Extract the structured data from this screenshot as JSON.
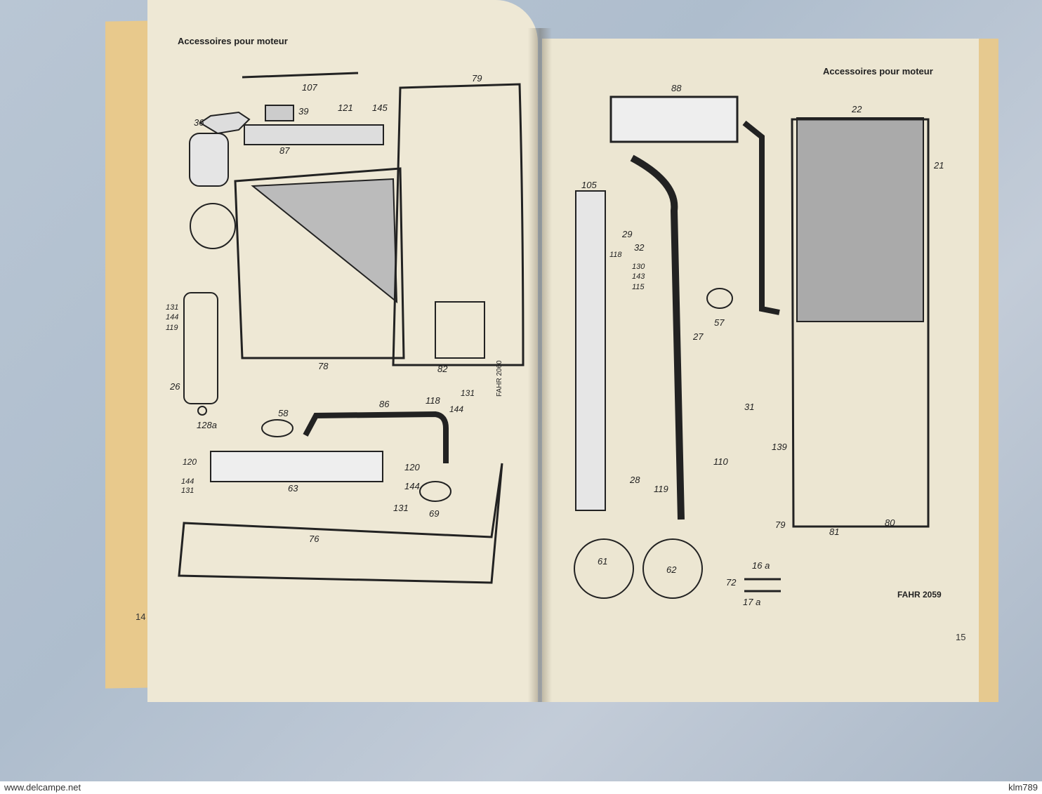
{
  "book": {
    "left_page": {
      "header": "Accessoires pour moteur",
      "page_number": "14",
      "figure_code": "FAHR 2060",
      "part_labels": [
        "107",
        "79",
        "36",
        "39",
        "121",
        "145",
        "87",
        "131",
        "144",
        "119",
        "26",
        "128a",
        "58",
        "86",
        "118",
        "131",
        "144",
        "120",
        "63",
        "144",
        "131",
        "120",
        "144",
        "131",
        "69",
        "78",
        "82",
        "76"
      ]
    },
    "right_page": {
      "header": "Accessoires pour moteur",
      "page_number": "15",
      "figure_code": "FAHR 2059",
      "part_labels": [
        "88",
        "22",
        "21",
        "105",
        "29",
        "32",
        "118",
        "130",
        "143",
        "115",
        "57",
        "27",
        "31",
        "110",
        "139",
        "28",
        "119",
        "79",
        "81",
        "80",
        "61",
        "62",
        "16 a",
        "72",
        "17 a"
      ]
    }
  },
  "watermark": {
    "left": "www.delcampe.net",
    "right": "klm789"
  }
}
